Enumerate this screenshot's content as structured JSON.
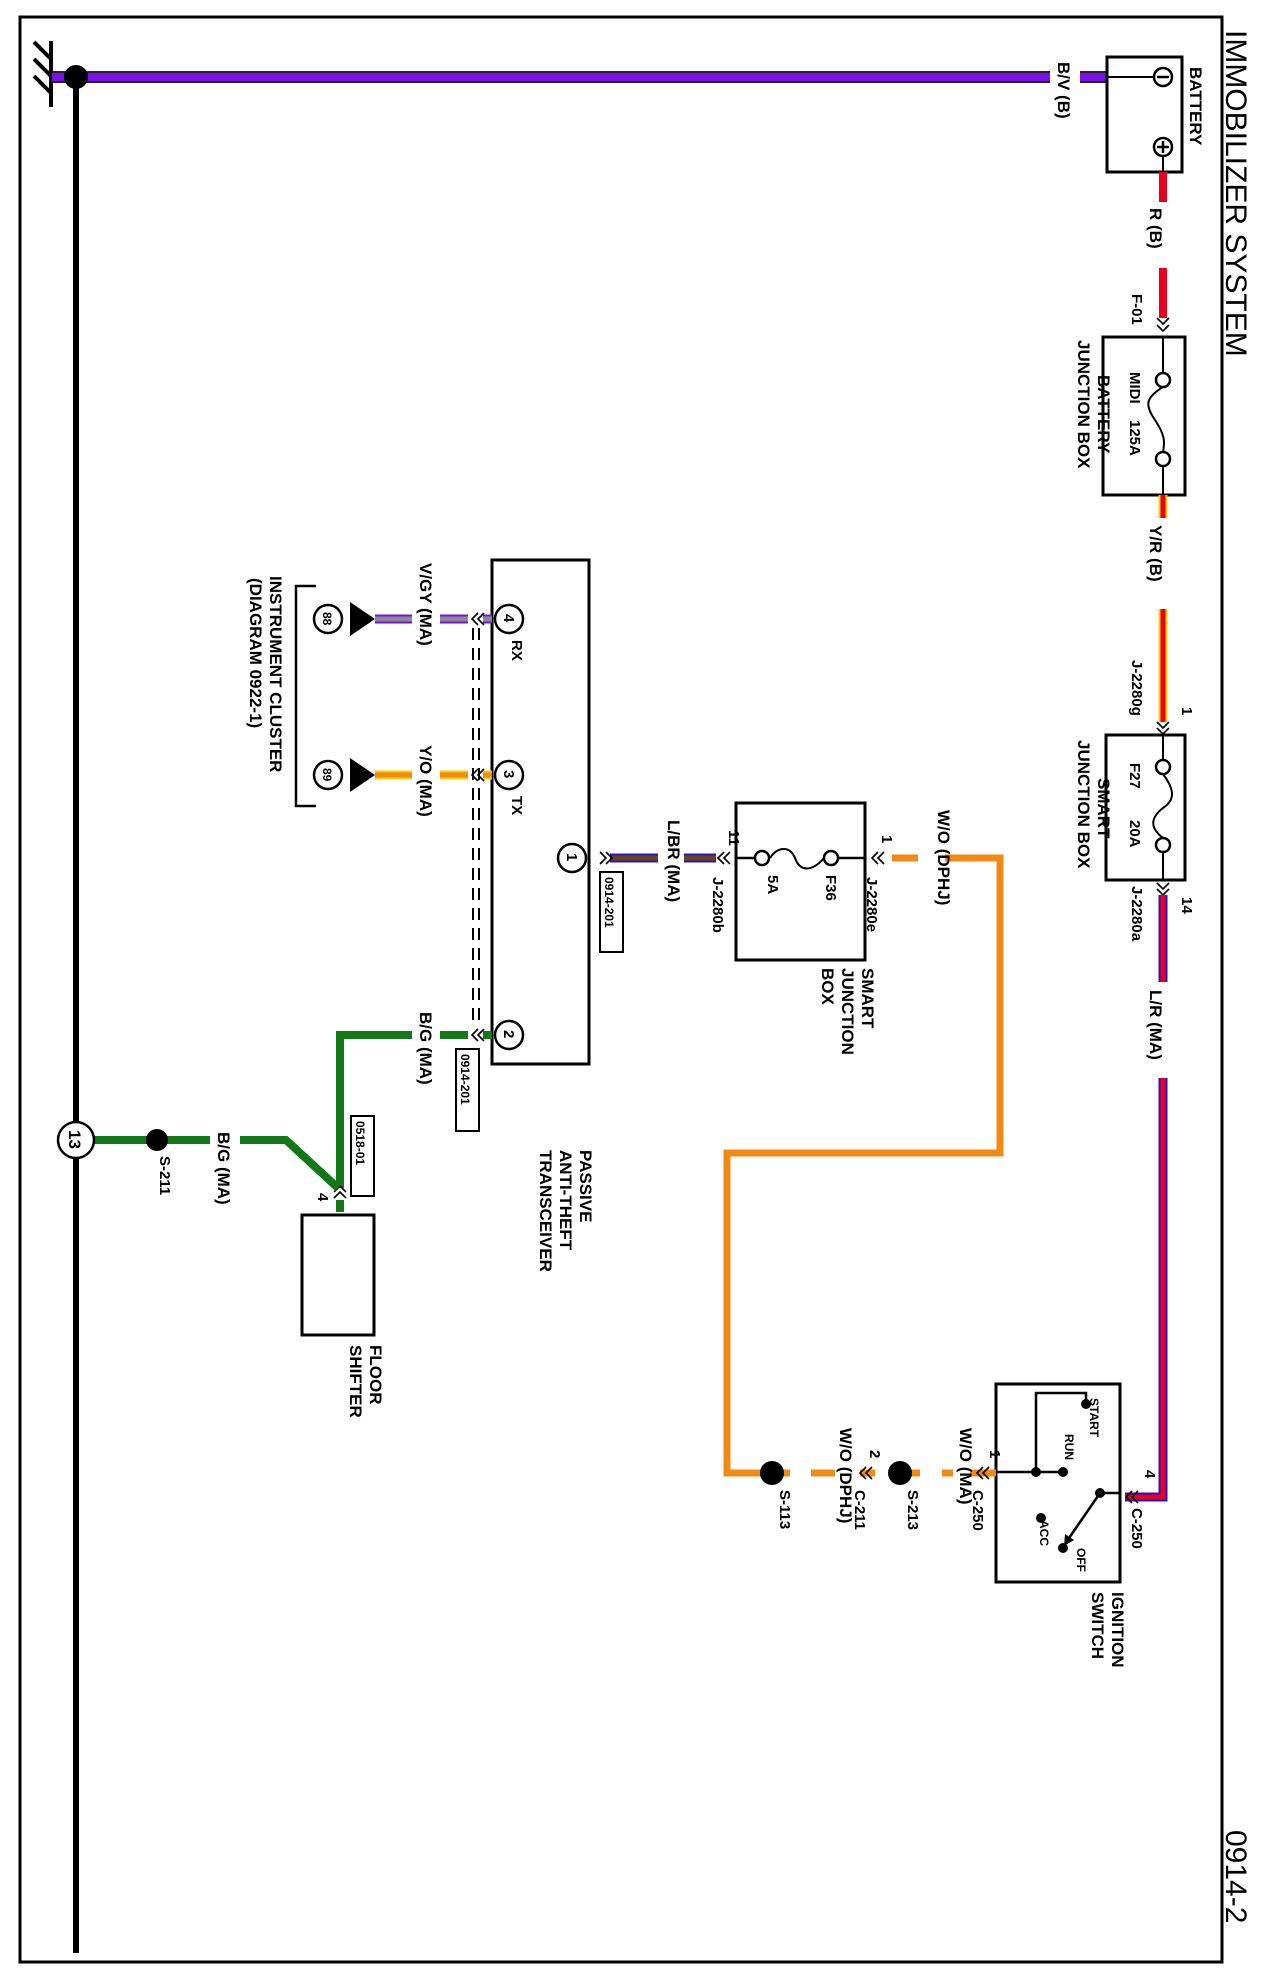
{
  "title": "IMMOBILIZER SYSTEM",
  "page_id": "0914-2",
  "colors": {
    "violet": "#7B0FE8",
    "red": "#E8001C",
    "yellow": "#F5D000",
    "blue": "#2A14C8",
    "orange": "#F08A14",
    "brown": "#6A4414",
    "gray": "#8C8C8C",
    "green": "#137818",
    "black": "#000000"
  },
  "components": {
    "battery": {
      "label": "BATTERY",
      "neg": "⊖",
      "pos": "⊕"
    },
    "battery_jb": {
      "label_1": "BATTERY",
      "label_2": "JUNCTION BOX",
      "fuse": "MIDI",
      "rating": "125A",
      "connector": "F-01"
    },
    "smart_jb_f27": {
      "label_1": "SMART",
      "label_2": "JUNCTION BOX",
      "fuse": "F27",
      "rating": "20A",
      "in_pin": "1",
      "in_conn": "J-2280g",
      "out_pin": "14",
      "out_conn": "J-2280a"
    },
    "smart_jb_f36": {
      "label_1": "SMART",
      "label_2": "JUNCTION",
      "label_3": "BOX",
      "fuse": "F36",
      "rating": "5A",
      "in_pin": "1",
      "in_conn": "J-2280e",
      "out_pin": "11",
      "out_conn": "J-2280b"
    },
    "ignition_switch": {
      "label_1": "IGNITION",
      "label_2": "SWITCH",
      "positions": [
        "START",
        "RUN",
        "ACC",
        "OFF"
      ],
      "pin_in": "4",
      "conn_in": "C-250",
      "pin_out": "1",
      "conn_out": "C-250"
    },
    "pats": {
      "label_1": "PASSIVE",
      "label_2": "ANTI-THEFT",
      "label_3": "TRANSCEIVER",
      "pins": [
        "4",
        "3",
        "1",
        "2"
      ],
      "rx": "RX",
      "tx": "TX",
      "ref_1": "0914-201",
      "ref_2": "0914-201"
    },
    "instrument_cluster": {
      "label_1": "INSTRUMENT CLUSTER",
      "label_2": "(DIAGRAM 0922-1)",
      "pin_rx": "88",
      "pin_tx": "89"
    },
    "floor_shifter": {
      "label_1": "FLOOR",
      "label_2": "SHIFTER",
      "pin": "4",
      "ref": "0518-01"
    },
    "ground": {
      "pin": "13",
      "splice": "S-211"
    }
  },
  "wires": {
    "bv": "B/V (B)",
    "r": "R (B)",
    "yr": "Y/R (B)",
    "lr": "L/R (MA)",
    "wo_dphj_top": "W/O (DPHJ)",
    "wo_ma": "W/O (MA)",
    "wo_dphj_bottom": "W/O (DPHJ)",
    "lbr": "L/BR (MA)",
    "vgy": "V/GY (MA)",
    "yo": "Y/O (MA)",
    "bg_pats": "B/G (MA)",
    "bg_ground": "B/G (MA)"
  },
  "splices": {
    "s113": "S-113",
    "s213": "S-213",
    "c211_pin": "2",
    "c211": "C-211"
  }
}
